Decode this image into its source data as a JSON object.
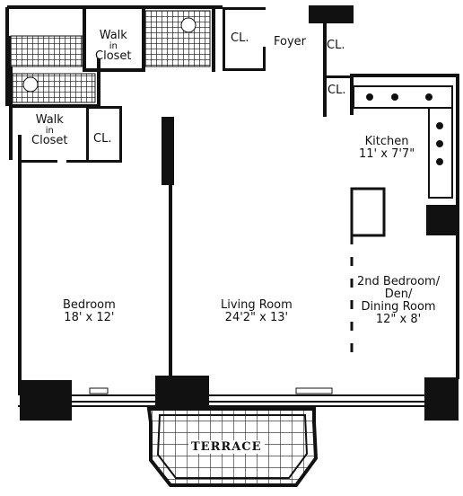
{
  "rooms": {
    "walk_closet_top": {
      "line1": "Walk",
      "line2": "in",
      "line3": "Closet"
    },
    "walk_closet_left": {
      "line1": "Walk",
      "line2": "in",
      "line3": "Closet"
    },
    "closet_top": "CL.",
    "closet_left": "CL.",
    "closet_foyer_upper": "CL.",
    "closet_foyer_lower": "CL.",
    "foyer": "Foyer",
    "kitchen": {
      "name": "Kitchen",
      "size": "11' x 7'7\""
    },
    "bedroom": {
      "name": "Bedroom",
      "size": "18' x 12'"
    },
    "living_room": {
      "name": "Living Room",
      "size": "24'2\" x 13'"
    },
    "den": {
      "line1": "2nd Bedroom/",
      "line2": "Den/",
      "line3": "Dining Room",
      "size": "12\" x 8'"
    },
    "terrace": "TERRACE"
  }
}
